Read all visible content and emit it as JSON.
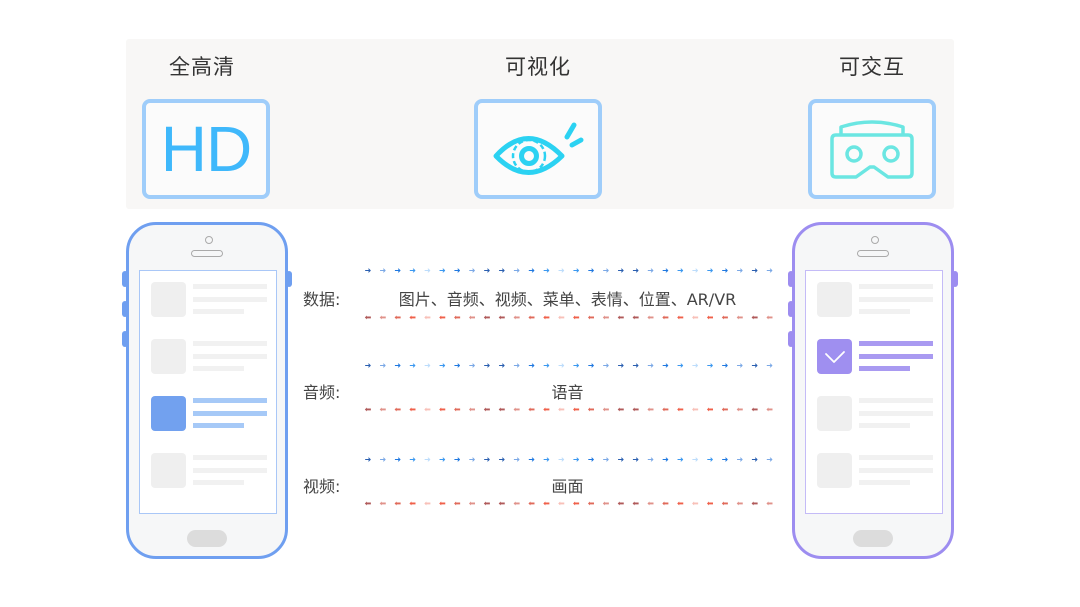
{
  "features": [
    {
      "title": "全高清",
      "icon": "hd-icon",
      "icon_text": "HD"
    },
    {
      "title": "可视化",
      "icon": "eye-icon"
    },
    {
      "title": "可交互",
      "icon": "vr-headset-icon"
    }
  ],
  "flows": [
    {
      "label": "数据:",
      "content": "图片、音频、视频、菜单、表情、位置、AR/VR"
    },
    {
      "label": "音频:",
      "content": "语音"
    },
    {
      "label": "视频:",
      "content": "画面"
    }
  ],
  "phones": {
    "left": {
      "name": "sender-phone",
      "accent": "#6f9ff0",
      "highlight_row": 3
    },
    "right": {
      "name": "receiver-phone",
      "accent": "#9d8df0",
      "highlight_row": 2,
      "highlight_icon": "check-icon"
    }
  },
  "colors": {
    "box_border": "#9fcdfa",
    "hd": "#3fb8fb",
    "eye": "#2bd2f2",
    "vr": "#6be6e2",
    "arrow_blue": [
      "#2a5fb0",
      "#7aa8e6",
      "#1f78e0",
      "#3b98f0",
      "#bcdcfb"
    ],
    "arrow_red": [
      "#b05a5a",
      "#e0928a",
      "#e06a5a",
      "#f0604a",
      "#f8c0b8"
    ]
  }
}
